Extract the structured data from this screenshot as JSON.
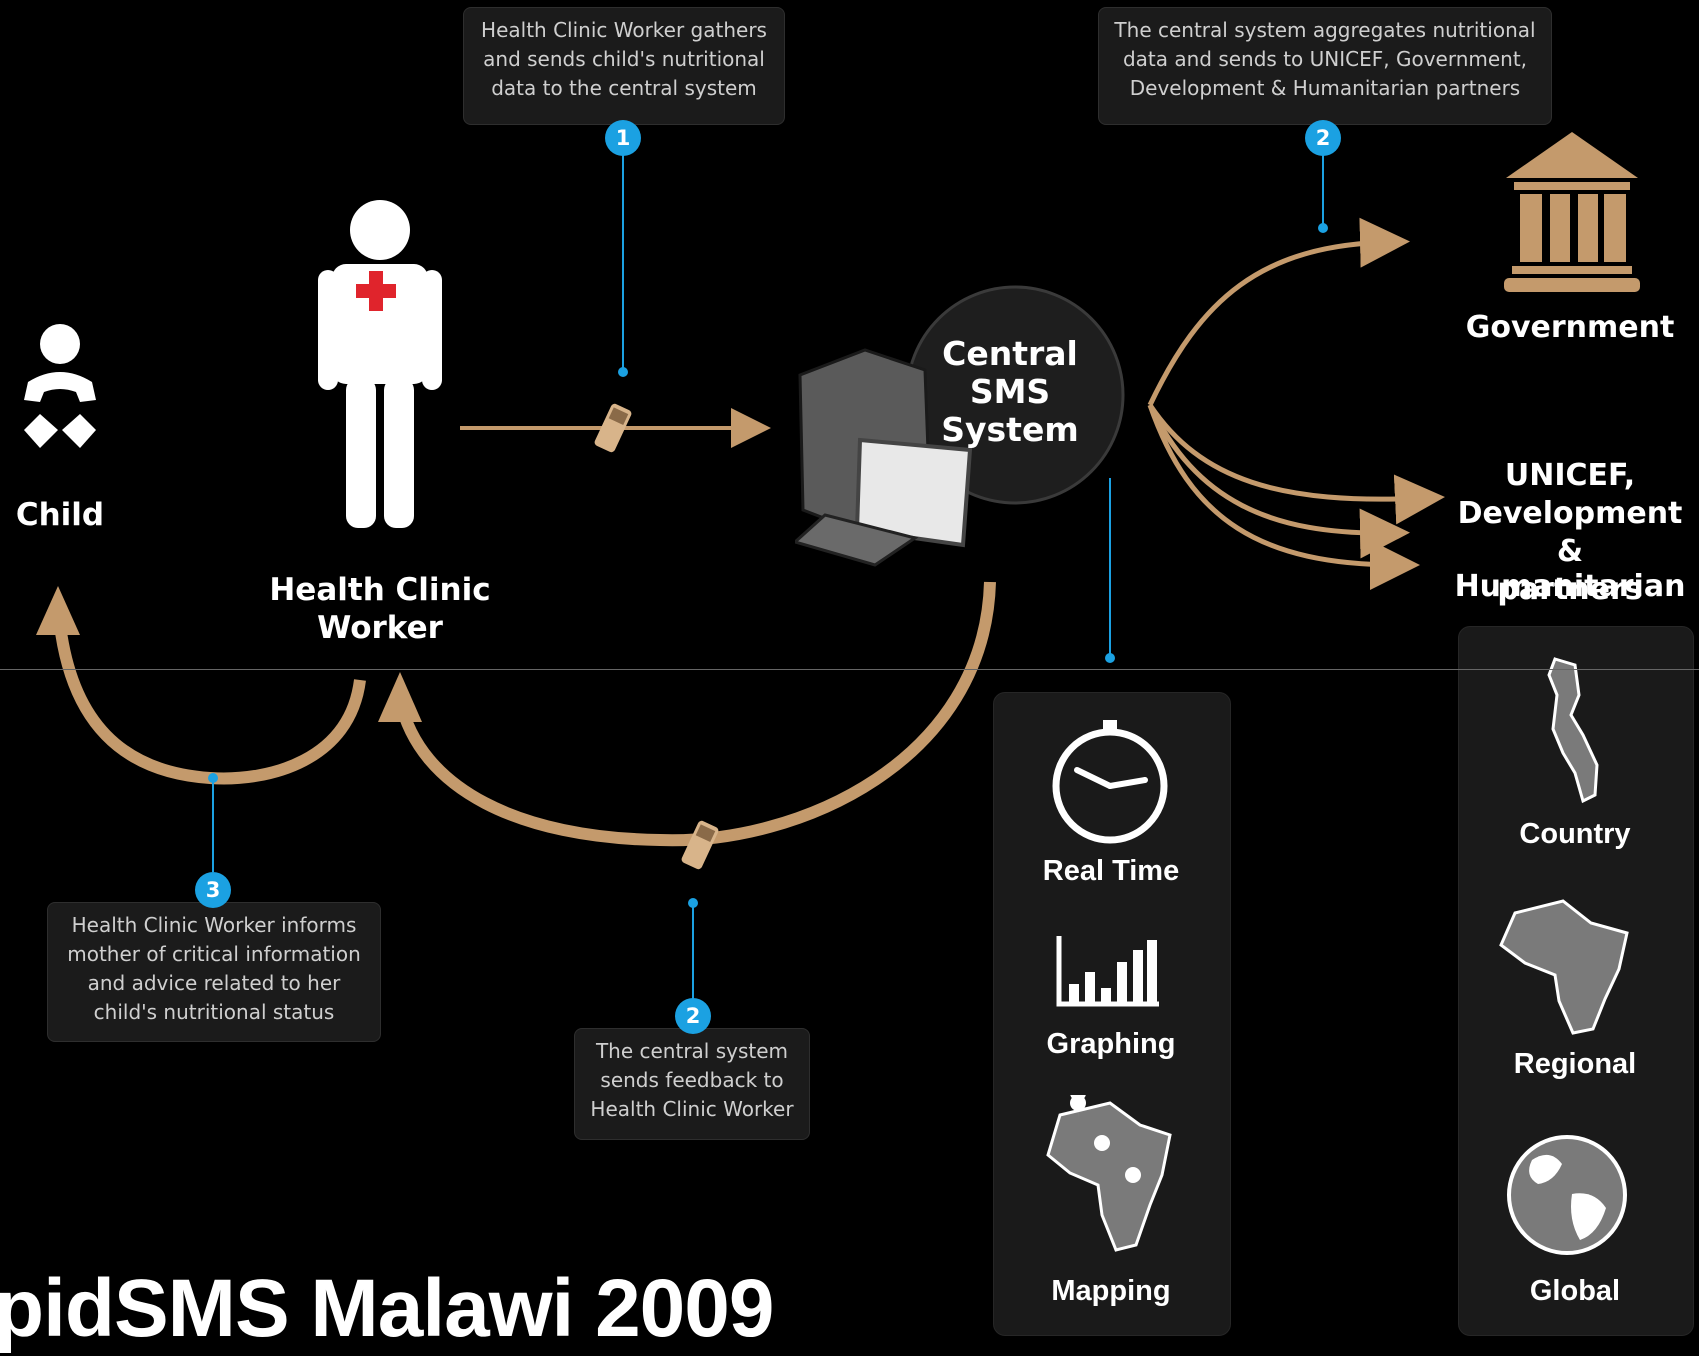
{
  "callouts": {
    "step1": "Health Clinic Worker gathers and sends child's nutritional data to the central system",
    "step2_top": "The central system aggregates nutritional data and sends to UNICEF, Government, Development & Humanitarian partners",
    "step3": "Health Clinic Worker informs mother of critical information and advice related to her child's nutritional status",
    "step2_bottom": "The central system sends feedback to Health Clinic Worker"
  },
  "badges": {
    "one": "1",
    "two_top": "2",
    "three": "3",
    "two_bottom": "2"
  },
  "nodes": {
    "child": "Child",
    "worker_line1": "Health Clinic",
    "worker_line2": "Worker",
    "central_line1": "Central",
    "central_line2": "SMS",
    "central_line3": "System",
    "government": "Government",
    "partners_line1": "UNICEF,",
    "partners_line2": "Development",
    "partners_line3": "& Humanitarian",
    "partners_line4": "partners"
  },
  "features": [
    "Real Time",
    "Graphing",
    "Mapping"
  ],
  "scopes": [
    "Country",
    "Regional",
    "Global"
  ],
  "title": "pidSMS Malawi 2009",
  "colors": {
    "arrow": "#c49a6c",
    "badge": "#1ba1e2",
    "background": "#000000",
    "panel": "#1a1a1a"
  }
}
